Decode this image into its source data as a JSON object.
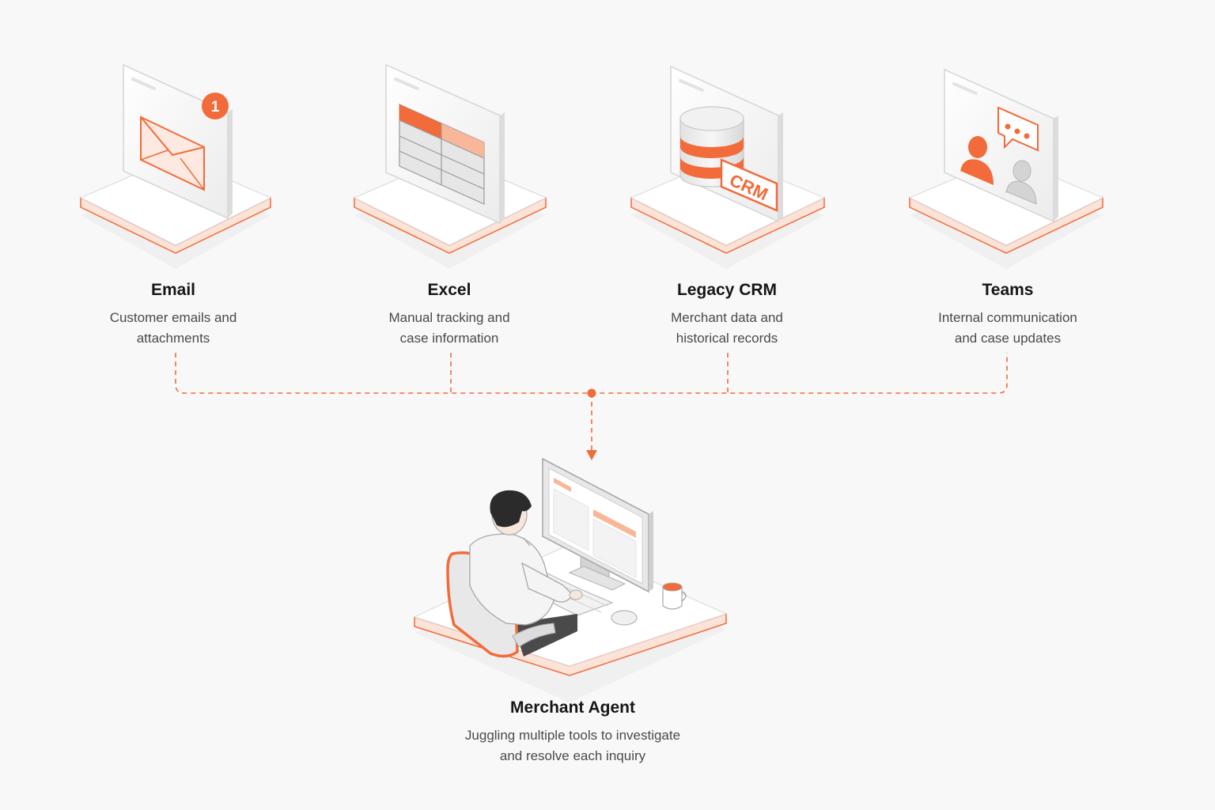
{
  "colors": {
    "accent": "#f26b3a",
    "platform": "#ffffff",
    "outline": "#d6d6d6",
    "text_title": "#161616",
    "text_body": "#4a4a4a",
    "background": "#f8f8f8"
  },
  "sources": [
    {
      "title": "Email",
      "line1": "Customer emails and",
      "line2": "attachments",
      "icon": "envelope-icon",
      "badge": "1"
    },
    {
      "title": "Excel",
      "line1": "Manual tracking and",
      "line2": "case information",
      "icon": "spreadsheet-icon"
    },
    {
      "title": "Legacy CRM",
      "line1": "Merchant data and",
      "line2": "historical records",
      "icon": "database-icon",
      "badge": "CRM"
    },
    {
      "title": "Teams",
      "line1": "Internal communication",
      "line2": "and case updates",
      "icon": "chat-people-icon"
    }
  ],
  "agent": {
    "title": "Merchant Agent",
    "line1": "Juggling multiple tools to investigate",
    "line2": "and resolve each inquiry",
    "icon": "agent-at-desk-icon"
  }
}
